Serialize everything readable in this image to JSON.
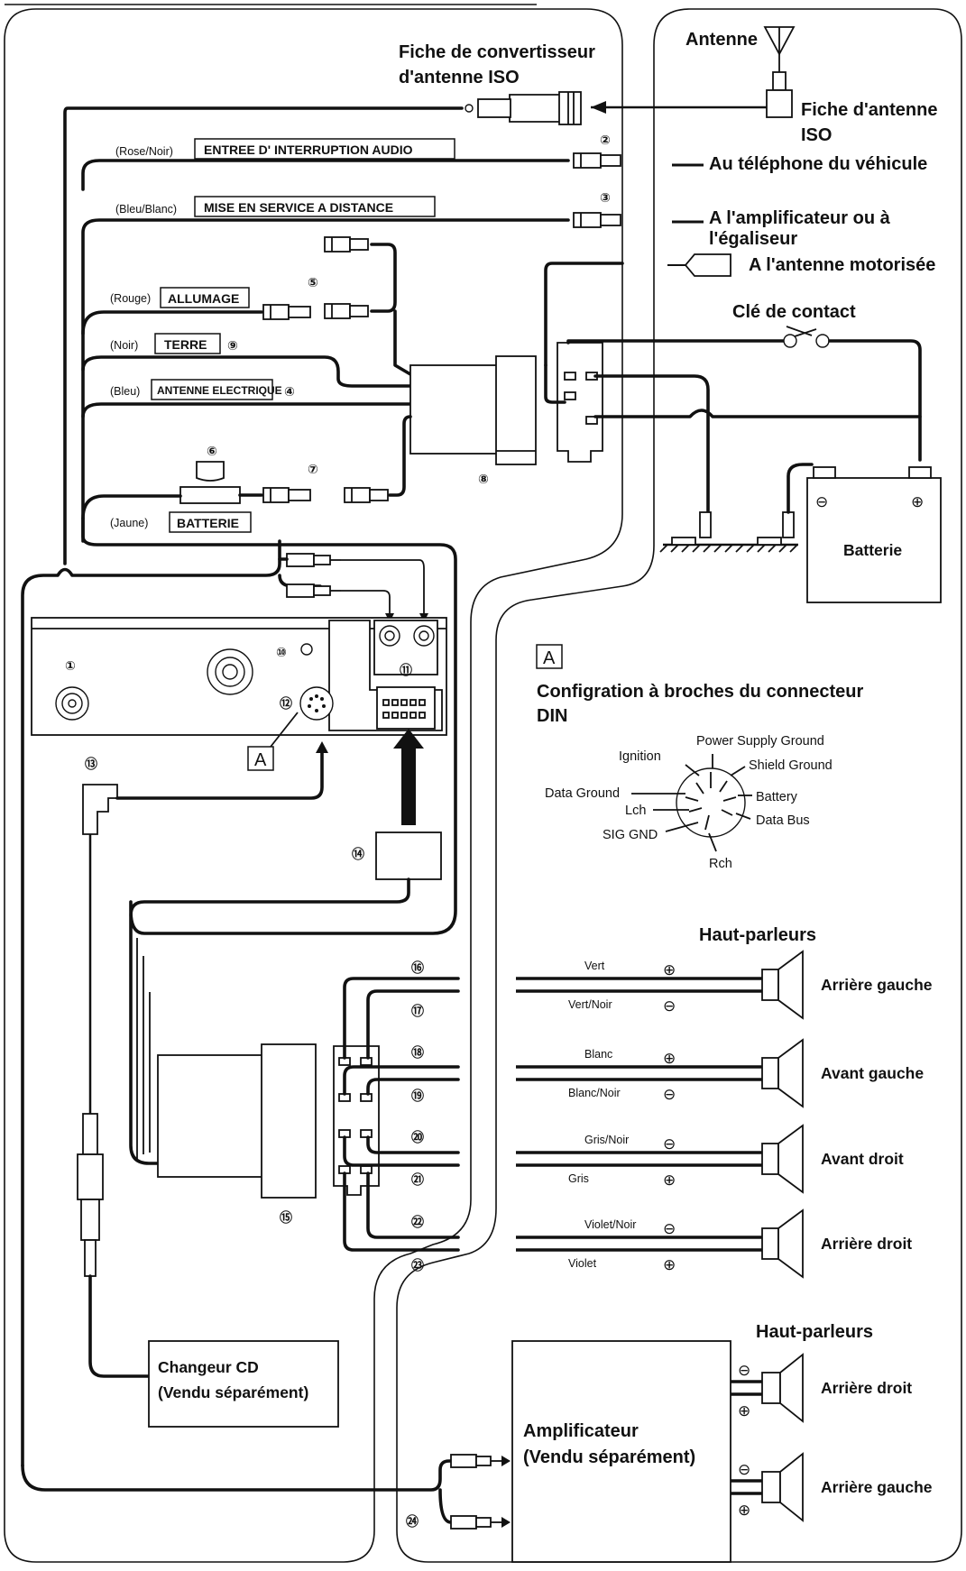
{
  "top_left": {
    "iso_converter": [
      "Fiche de convertisseur",
      "d'antenne ISO"
    ],
    "audio_interrupt": {
      "color": "(Rose/Noir)",
      "label": "ENTREE D' INTERRUPTION AUDIO"
    },
    "remote_turn_on": {
      "color": "(Bleu/Blanc)",
      "label": "MISE EN SERVICE A DISTANCE"
    },
    "ignition": {
      "color": "(Rouge)",
      "label": "ALLUMAGE"
    },
    "ground": {
      "color": "(Noir)",
      "label": "TERRE"
    },
    "power_antenna": {
      "color": "(Bleu)",
      "label": "ANTENNE ELECTRIQUE"
    },
    "battery": {
      "color": "(Jaune)",
      "label": "BATTERIE"
    }
  },
  "right": {
    "antenna": "Antenne",
    "iso_antenna_plug": [
      "Fiche d'antenne",
      "ISO"
    ],
    "to_phone": "Au téléphone du véhicule",
    "to_amp": [
      "A l'amplificateur ou à",
      "l'égaliseur"
    ],
    "to_power_antenna": "A l'antenne motorisée",
    "ignition_key": "Clé de contact",
    "battery": "Batterie",
    "minus": "⊖",
    "plus": "⊕"
  },
  "din": {
    "marker": "A",
    "title": [
      "Configration à broches du connecteur",
      "DIN"
    ],
    "pins": {
      "power_supply_ground": "Power Supply Ground",
      "ignition": "Ignition",
      "shield_ground": "Shield Ground",
      "data_ground": "Data Ground",
      "battery": "Battery",
      "lch": "Lch",
      "data_bus": "Data Bus",
      "sig_gnd": "SIG GND",
      "rch": "Rch"
    }
  },
  "speakers": {
    "title": "Haut-parleurs",
    "groups": [
      {
        "name": "Arrière gauche",
        "wires": [
          "Vert",
          "Vert/Noir"
        ]
      },
      {
        "name": "Avant gauche",
        "wires": [
          "Blanc",
          "Blanc/Noir"
        ]
      },
      {
        "name": "Avant droit",
        "wires": [
          "Gris/Noir",
          "Gris"
        ]
      },
      {
        "name": "Arrière droit",
        "wires": [
          "Violet/Noir",
          "Violet"
        ]
      }
    ]
  },
  "amp_section": {
    "title": "Haut-parleurs",
    "amplifier": [
      "Amplificateur",
      "(Vendu séparément)"
    ],
    "rear_right": "Arrière droit",
    "rear_left": "Arrière gauche"
  },
  "cd_changer": [
    "Changeur CD",
    "(Vendu séparément)"
  ],
  "head_unit_marker": "A",
  "numbers": [
    "①",
    "②",
    "③",
    "④",
    "⑤",
    "⑥",
    "⑦",
    "⑧",
    "⑨",
    "⑩",
    "⑪",
    "⑫",
    "⑬",
    "⑭",
    "⑮",
    "⑯",
    "⑰",
    "⑱",
    "⑲",
    "⑳",
    "㉑",
    "㉒",
    "㉓",
    "㉔"
  ]
}
